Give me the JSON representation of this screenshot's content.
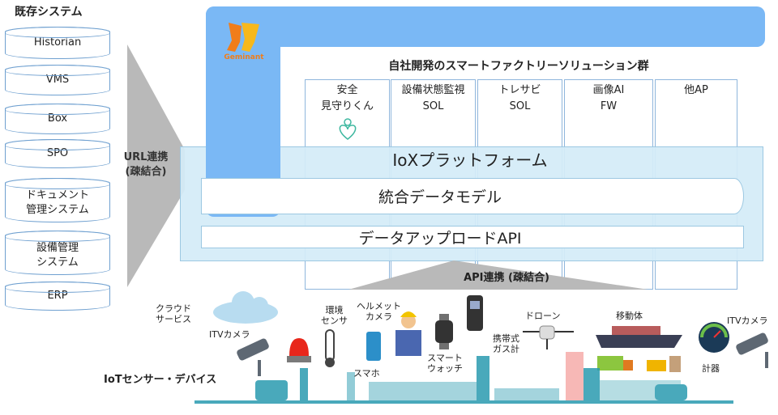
{
  "legacy": {
    "title": "既存システム",
    "items": [
      "Historian",
      "VMS",
      "Box",
      "SPO",
      "ドキュメント\n管理システム",
      "設備管理\nシステム",
      "ERP"
    ]
  },
  "url_link": {
    "line1": "URL連携",
    "line2": "(疎結合)"
  },
  "logo": {
    "text": "Geminant"
  },
  "solutions": {
    "title": "自社開発のスマートファクトリーソリューション群",
    "apps": [
      {
        "line1": "安全",
        "line2": "見守りくん"
      },
      {
        "line1": "設備状態監視",
        "line2": "SOL"
      },
      {
        "line1": "トレサビ",
        "line2": "SOL"
      },
      {
        "line1": "画像AI",
        "line2": "FW"
      },
      {
        "line1": "他AP",
        "line2": ""
      }
    ]
  },
  "platform": {
    "title": "IoXプラットフォーム",
    "data_model": "統合データモデル",
    "upload_api": "データアップロードAPI"
  },
  "api_link": "API連携 (疎結合)",
  "devices": {
    "section_title": "IoTセンサー・デバイス",
    "cloud": "クラウド\nサービス",
    "itv_left": "ITVカメラ",
    "env_sensor": "環境\nセンサ",
    "helmet_cam": "ヘルメット\nカメラ",
    "phone": "スマホ",
    "watch": "スマート\nウォッチ",
    "gas": "携帯式\nガス計",
    "drone": "ドローン",
    "mobile": "移動体",
    "meter": "計器",
    "itv_right": "ITVカメラ"
  },
  "colors": {
    "blue": "#7ab8f5",
    "platform": "#daeef8",
    "teal": "#2a9bb0",
    "arrow": "#b9b9b9"
  }
}
